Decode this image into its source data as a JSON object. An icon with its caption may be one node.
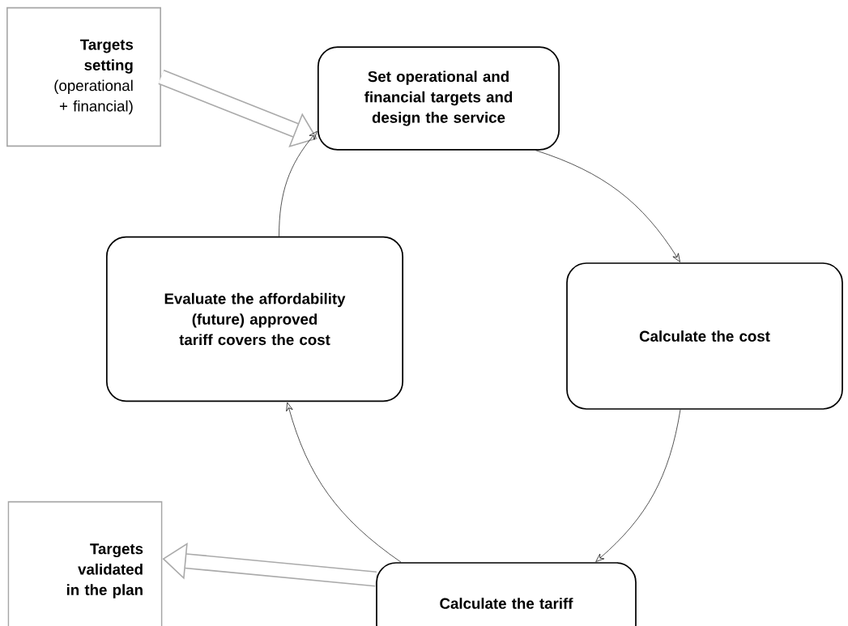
{
  "diagram": {
    "nodes": [
      {
        "text": [
          "Targets setting",
          "(operational + financial)"
        ]
      },
      {
        "text": [
          "Set operational and financial targets and design the service"
        ]
      },
      {
        "text": [
          "Calculate the cost"
        ]
      },
      {
        "text": [
          "Calculate the tariff"
        ]
      },
      {
        "text": [
          "Evaluate the affordability (future) approved tariff covers the cost"
        ]
      },
      {
        "text": [
          "Targets validated in the plan"
        ]
      }
    ],
    "edges": [
      {
        "from": 0,
        "to": 1,
        "arrow": "to",
        "style": "thick",
        "color": "#aaaaaa"
      },
      {
        "from": 1,
        "to": 2,
        "arrow": "to"
      },
      {
        "from": 2,
        "to": 3,
        "arrow": "to"
      },
      {
        "from": 3,
        "to": 4,
        "arrow": "to"
      },
      {
        "from": 4,
        "to": 1,
        "arrow": "to"
      },
      {
        "from": 3,
        "to": 5,
        "arrow": "to",
        "style": "thick",
        "color": "#aaaaaa"
      }
    ]
  }
}
